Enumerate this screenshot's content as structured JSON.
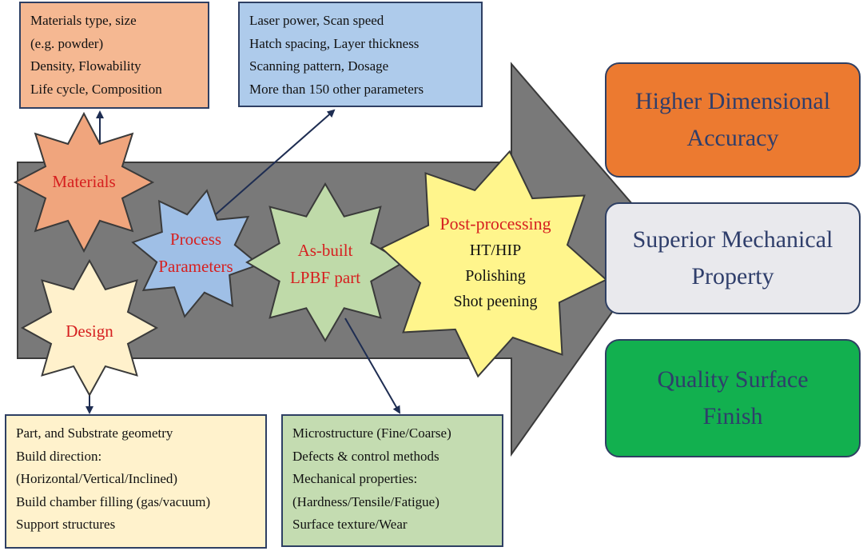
{
  "colors": {
    "arrow": "#797979",
    "materials_box": "#f5b892",
    "parameters_box": "#aecbeb",
    "design_box": "#fff2cc",
    "asbuilt_box": "#c4dcb1",
    "accuracy": "#ec7a30",
    "mechanical": "#e9e9ed",
    "surface": "#12b04f",
    "star_materials": "#f0a57d",
    "star_process": "#9fbfe6",
    "star_design": "#fff1cc",
    "star_asbuilt": "#bfdaa9",
    "star_post": "#fff58c",
    "label_red": "#d62020",
    "result_text_navy": "#2f3e6b"
  },
  "stars": {
    "materials": "Materials",
    "process": [
      "Process",
      "Parameters"
    ],
    "design": "Design",
    "asbuilt": [
      "As-built",
      "LPBF part"
    ],
    "post_title": "Post-processing",
    "post_items": [
      "HT/HIP",
      "Polishing",
      "Shot peening"
    ]
  },
  "boxes": {
    "materials": [
      "Materials type, size",
      "(e.g. powder)",
      "Density, Flowability",
      "Life cycle, Composition"
    ],
    "parameters": [
      "Laser power, Scan speed",
      "Hatch spacing, Layer thickness",
      "Scanning pattern, Dosage",
      "More than 150 other parameters"
    ],
    "design": [
      "Part, and Substrate geometry",
      "Build direction:",
      "(Horizontal/Vertical/Inclined)",
      "Build chamber filling (gas/vacuum)",
      "Support structures"
    ],
    "asbuilt": [
      "Microstructure (Fine/Coarse)",
      "Defects & control methods",
      "Mechanical properties:",
      "(Hardness/Tensile/Fatigue)",
      "Surface texture/Wear"
    ]
  },
  "results": {
    "accuracy": [
      "Higher Dimensional",
      "Accuracy"
    ],
    "mechanical": [
      "Superior Mechanical",
      "Property"
    ],
    "surface": [
      "Quality Surface",
      "Finish"
    ]
  }
}
